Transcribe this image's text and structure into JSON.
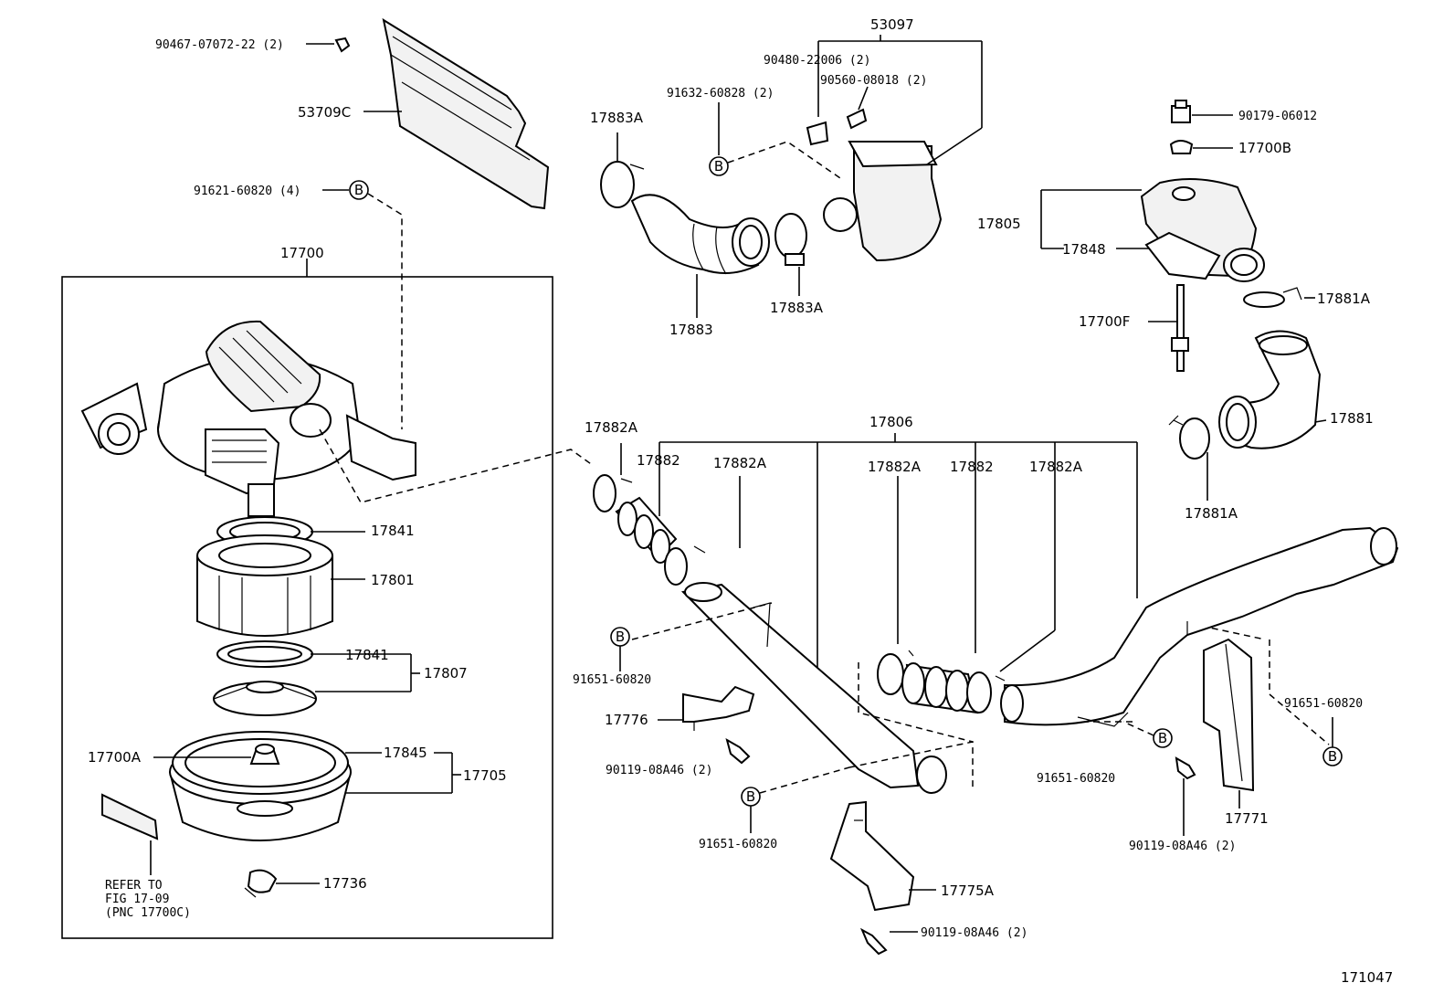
{
  "diagram": {
    "figure_number": "171047",
    "labels": {
      "p53097": "53097",
      "p90467": "90467-07072-22 (2)",
      "p90480": "90480-22006 (2)",
      "p90560": "90560-08018 (2)",
      "p91632": "91632-60828 (2)",
      "p53709c": "53709C",
      "p17883a_top": "17883A",
      "p90179": "90179-06012",
      "p17700b": "17700B",
      "p91621": "91621-60820 (4)",
      "p17805": "17805",
      "p17848": "17848",
      "p17700": "17700",
      "p17883": "17883",
      "p17883a_bot": "17883A",
      "p17881a_top": "17881A",
      "p17700f": "17700F",
      "p17806": "17806",
      "p17881": "17881",
      "p17882a_1": "17882A",
      "p17882_1": "17882",
      "p17882a_2": "17882A",
      "p17882a_3": "17882A",
      "p17882_2": "17882",
      "p17882a_4": "17882A",
      "p17881a_bot": "17881A",
      "p17841_top": "17841",
      "p17801": "17801",
      "p17841_bot": "17841",
      "p17807": "17807",
      "p91651_a": "91651-60820",
      "p91651_b": "91651-60820",
      "p91651_c": "91651-60820",
      "p91651_d": "91651-60820",
      "p17776": "17776",
      "p17700a": "17700A",
      "p17845": "17845",
      "p17705": "17705",
      "p90119_a": "90119-08A46 (2)",
      "p90119_b": "90119-08A46 (2)",
      "p90119_c": "90119-08A46 (2)",
      "p17771": "17771",
      "p17775a": "17775A",
      "p17736": "17736",
      "refer1": "REFER TO",
      "refer2": "FIG 17-09",
      "refer3": "(PNC 17700C)",
      "b_marker": "B"
    }
  }
}
